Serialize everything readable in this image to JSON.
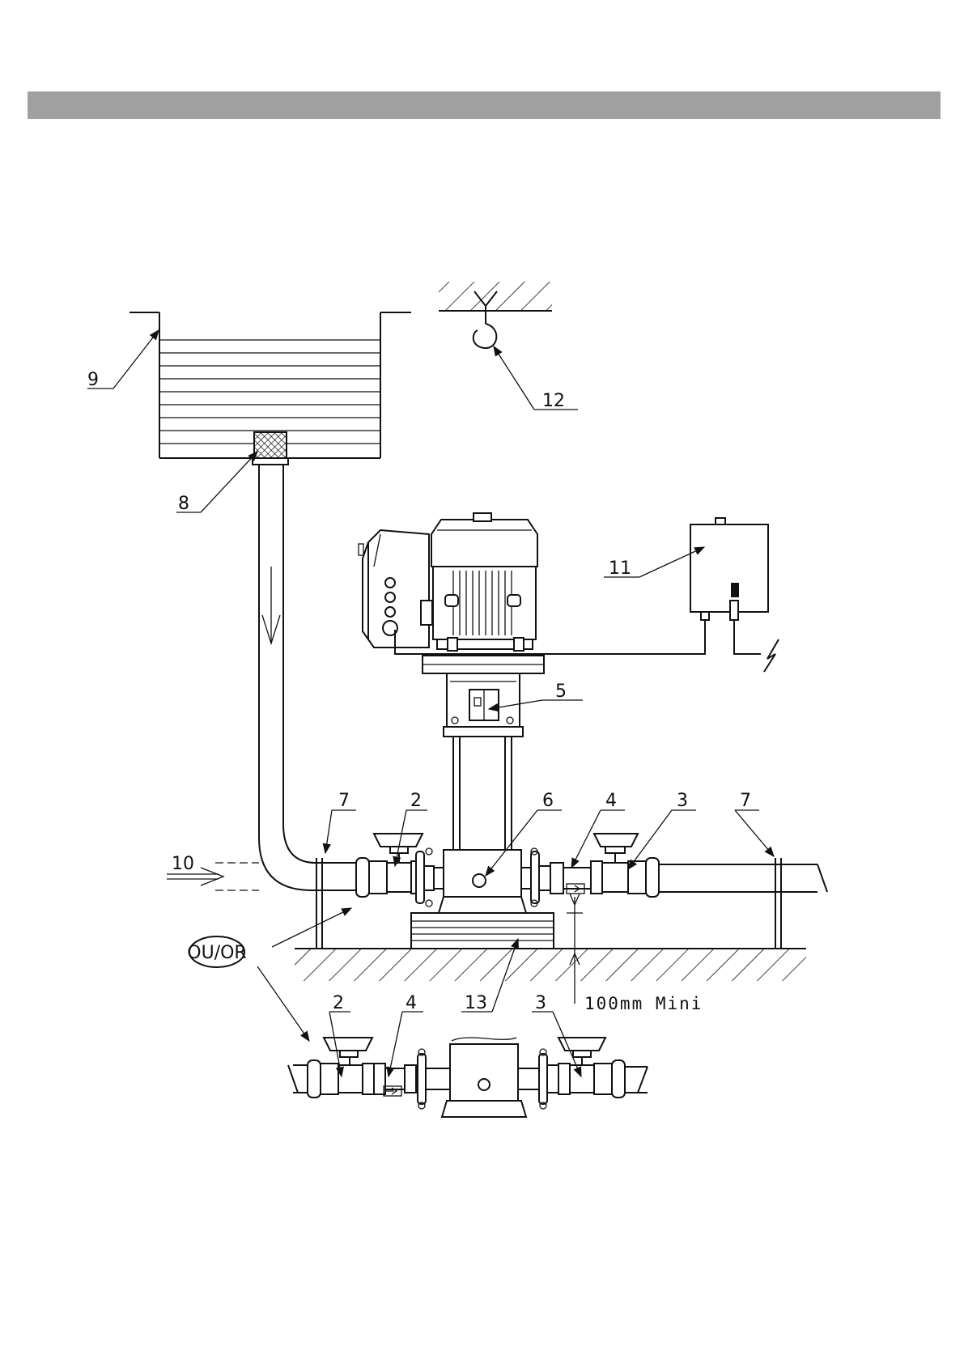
{
  "labels": {
    "n2": "2",
    "n3": "3",
    "n4": "4",
    "n5": "5",
    "n6": "6",
    "n7": "7",
    "n8": "8",
    "n9": "9",
    "n10": "10",
    "n11": "11",
    "n12": "12",
    "n13": "13",
    "ou_or": "OU/OR",
    "min_height": "100mm Mini"
  },
  "colors": {
    "header_bar": "#a0a0a0",
    "line": "#111111"
  },
  "icons": [
    "tank",
    "strainer",
    "ceiling-hook",
    "motor",
    "control-box",
    "valve",
    "flow-arrow",
    "ground-hatch",
    "lightning-icon"
  ]
}
